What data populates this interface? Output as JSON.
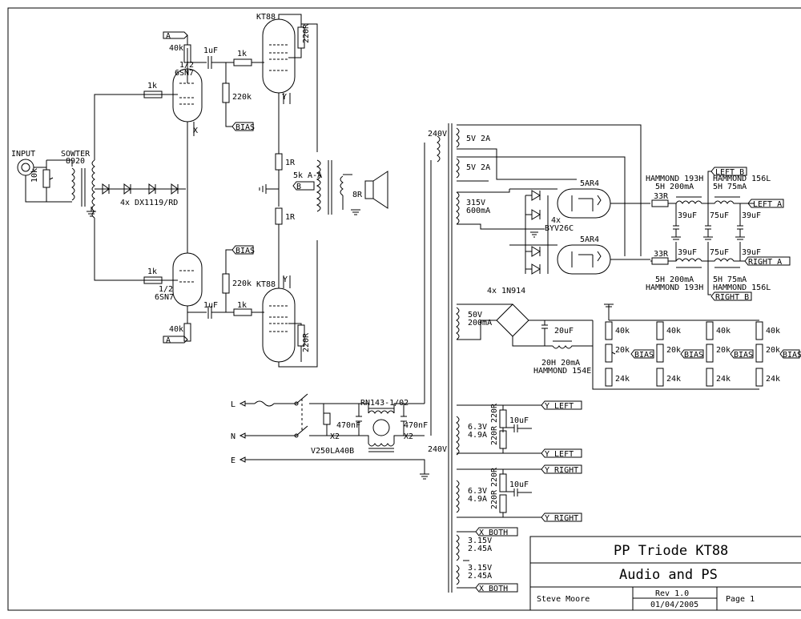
{
  "schematic": {
    "input": {
      "label": "INPUT",
      "pot": "10k"
    },
    "input_transformer": {
      "line1": "SOWTER",
      "line2": "8920"
    },
    "leds": "4x DX1119/RD",
    "driver_top": {
      "line1": "1/2",
      "line2": "6SN7",
      "grid_r": "1k",
      "plate_r": "40k",
      "plate_net": "A",
      "cathode": "X"
    },
    "driver_bottom": {
      "line1": "1/2",
      "line2": "6SN7",
      "grid_r": "1k",
      "plate_r": "40k",
      "plate_net": "A"
    },
    "coupling_top": {
      "cap": "1uF",
      "grid_stop": "1k",
      "grid_leak": "220k",
      "bias": "BIAS"
    },
    "coupling_bottom": {
      "cap": "1uF",
      "grid_stop": "1k",
      "grid_leak": "220k",
      "bias": "BIAS"
    },
    "output_top": {
      "tube": "KT88",
      "screen_r": "220R",
      "filament": "Y"
    },
    "output_bottom": {
      "tube": "KT88",
      "screen_r": "220R",
      "filament": "Y"
    },
    "cathode_resistors": [
      "1R",
      "1R"
    ],
    "output_transformer": {
      "label": "5k A-A",
      "b_net": "B",
      "speaker": "8R"
    },
    "mains": {
      "L": "L",
      "N": "N",
      "E": "E",
      "filter": "RN143-1/02",
      "cap1": "470nF",
      "cap2": "470nF",
      "x1": "X2",
      "x2": "X2",
      "varistor": "V250LA40B",
      "primary_top": "240V",
      "primary_bottom": "240V"
    },
    "ht_transformer": {
      "pri": "240V",
      "sec1": "5V 2A",
      "sec2": "5V 2A",
      "sec3_line1": "315V",
      "sec3_line2": "600mA"
    },
    "rectifier": {
      "tube_top": "5AR4",
      "tube_bottom": "5AR4",
      "diodes_line1": "4x",
      "diodes_line2": "BYV26C"
    },
    "psu_left": {
      "choke1_line1": "HAMMOND 193H",
      "choke1_line2": "5H 200mA",
      "choke2_line1": "HAMMOND 156L",
      "choke2_line2": "5H 75mA",
      "r": "33R",
      "caps": [
        "39uF",
        "75uF",
        "39uF"
      ],
      "net_b": "LEFT B",
      "net_a": "LEFT A"
    },
    "psu_right": {
      "choke1_line1": "5H 200mA",
      "choke1_line2": "HAMMOND 193H",
      "choke2_line1": "5H 75mA",
      "choke2_line2": "HAMMOND 156L",
      "r": "33R",
      "caps": [
        "39uF",
        "75uF",
        "39uF"
      ],
      "net_b": "RIGHT B",
      "net_a": "RIGHT A"
    },
    "bias_supply": {
      "winding_line1": "50V",
      "winding_line2": "200mA",
      "bridge": "4x 1N914",
      "cap": "20uF",
      "choke_line1": "20H 20mA",
      "choke_line2": "HAMMOND 154E",
      "dividers": [
        {
          "top": "40k",
          "pot": "20k",
          "bottom": "24k",
          "net": "BIAS"
        },
        {
          "top": "40k",
          "pot": "20k",
          "bottom": "24k",
          "net": "BIAS"
        },
        {
          "top": "40k",
          "pot": "20k",
          "bottom": "24k",
          "net": "BIAS"
        },
        {
          "top": "40k",
          "pot": "20k",
          "bottom": "24k",
          "net": "BIAS"
        }
      ]
    },
    "heater_left": {
      "v": "6.3V",
      "a": "4.9A",
      "r1": "220R",
      "r2": "220R",
      "cap": "10uF",
      "net_top": "Y LEFT",
      "net_bottom": "Y LEFT"
    },
    "heater_right": {
      "v": "6.3V",
      "a": "4.9A",
      "r1": "220R",
      "r2": "220R",
      "cap": "10uF",
      "net_top": "Y RIGHT",
      "net_bottom": "Y RIGHT"
    },
    "heater_both": {
      "v1": "3.15V",
      "a1": "2.45A",
      "v2": "3.15V",
      "a2": "2.45A",
      "net_top": "X BOTH",
      "net_bottom": "X BOTH"
    }
  },
  "title_block": {
    "title": "PP Triode KT88",
    "subtitle": "Audio and PS",
    "author": "Steve Moore",
    "rev": "Rev 1.0",
    "date": "01/04/2005",
    "page": "Page 1"
  }
}
